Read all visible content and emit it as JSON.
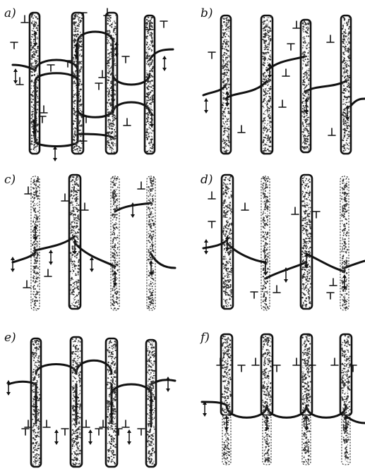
{
  "figure": {
    "panels": [
      {
        "id": "a",
        "label": "a)"
      },
      {
        "id": "b",
        "label": "b)"
      },
      {
        "id": "c",
        "label": "c)"
      },
      {
        "id": "d",
        "label": "d)"
      },
      {
        "id": "e",
        "label": "e)"
      },
      {
        "id": "f",
        "label": "f)"
      }
    ],
    "colors": {
      "ink": "#111111",
      "background": "#ffffff"
    }
  }
}
